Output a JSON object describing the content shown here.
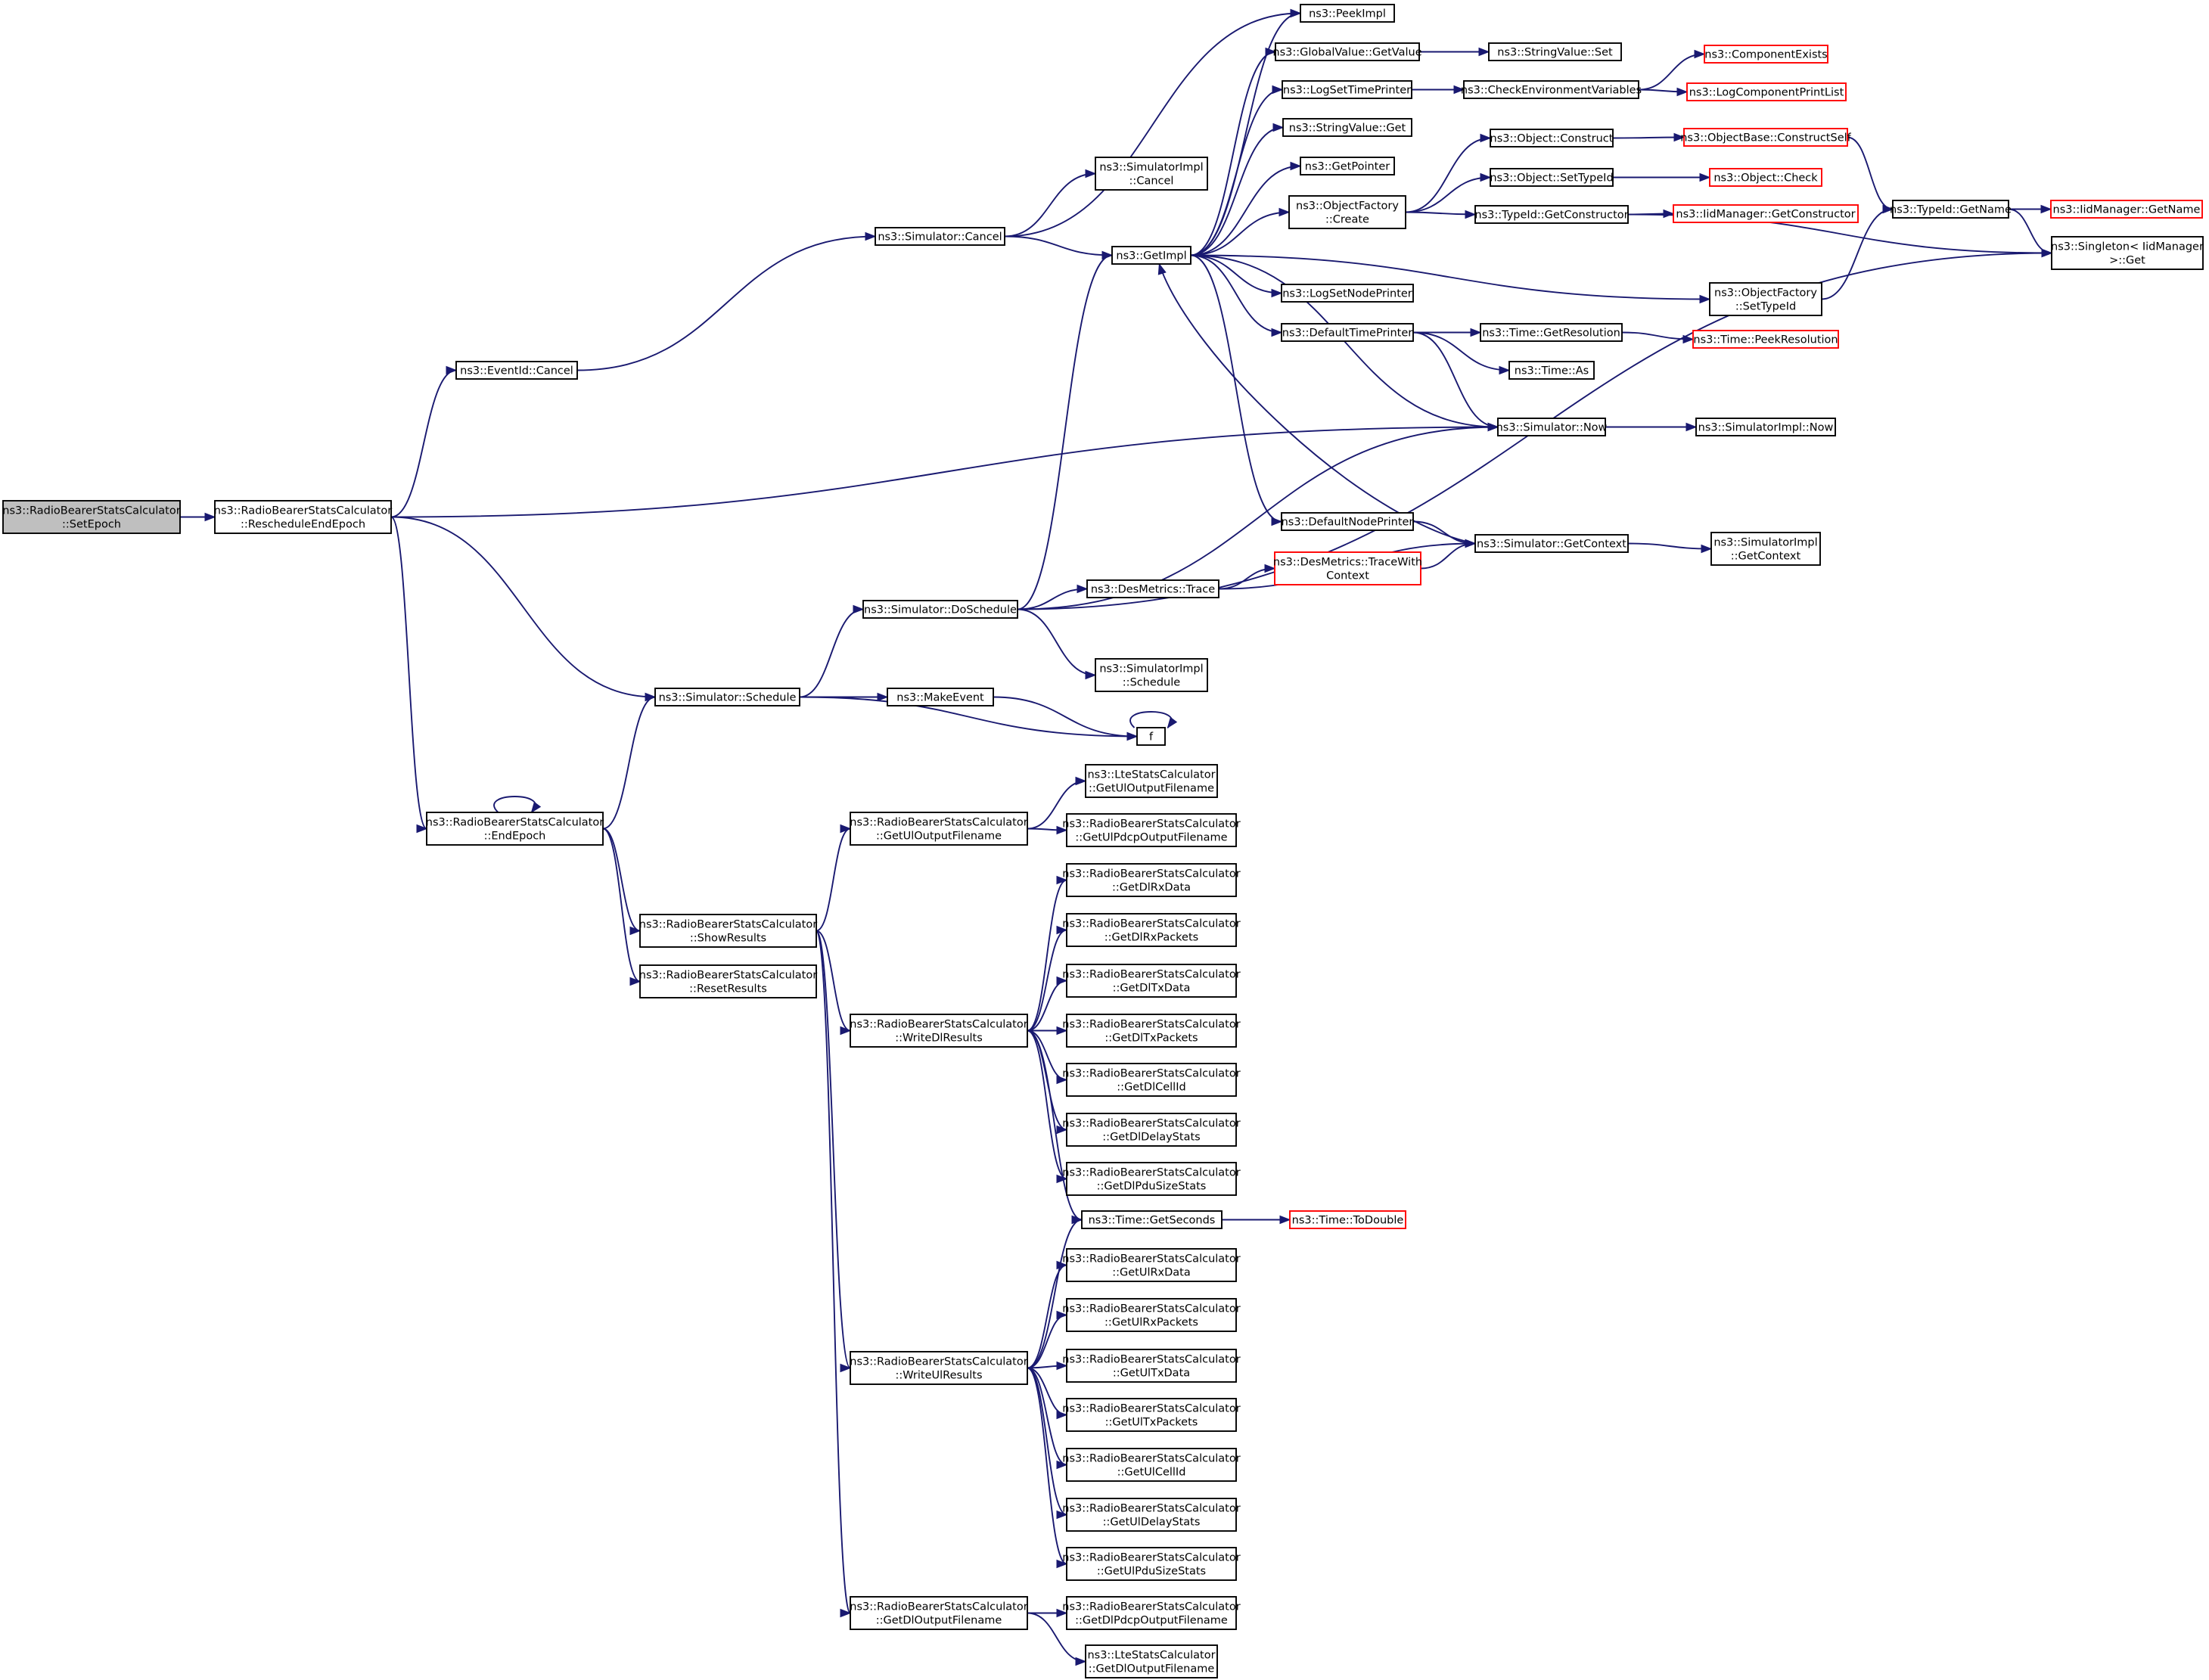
{
  "graph": {
    "nodes": {
      "setepoch": {
        "lines": [
          "ns3::RadioBearerStatsCalculator",
          "::SetEpoch"
        ],
        "style": "root"
      },
      "resched": {
        "lines": [
          "ns3::RadioBearerStatsCalculator",
          "::RescheduleEndEpoch"
        ],
        "style": "normal"
      },
      "evcancel": {
        "lines": [
          "ns3::EventId::Cancel"
        ],
        "style": "normal"
      },
      "endepoch": {
        "lines": [
          "ns3::RadioBearerStatsCalculator",
          "::EndEpoch"
        ],
        "style": "normal"
      },
      "schedule": {
        "lines": [
          "ns3::Simulator::Schedule"
        ],
        "style": "normal"
      },
      "showres": {
        "lines": [
          "ns3::RadioBearerStatsCalculator",
          "::ShowResults"
        ],
        "style": "normal"
      },
      "resetres": {
        "lines": [
          "ns3::RadioBearerStatsCalculator",
          "::ResetResults"
        ],
        "style": "normal"
      },
      "simcancel": {
        "lines": [
          "ns3::Simulator::Cancel"
        ],
        "style": "normal"
      },
      "dosched": {
        "lines": [
          "ns3::Simulator::DoSchedule"
        ],
        "style": "normal"
      },
      "makeevent": {
        "lines": [
          "ns3::MakeEvent"
        ],
        "style": "normal"
      },
      "ulfn": {
        "lines": [
          "ns3::RadioBearerStatsCalculator",
          "::GetUlOutputFilename"
        ],
        "style": "normal"
      },
      "wdl": {
        "lines": [
          "ns3::RadioBearerStatsCalculator",
          "::WriteDlResults"
        ],
        "style": "normal"
      },
      "wul": {
        "lines": [
          "ns3::RadioBearerStatsCalculator",
          "::WriteUlResults"
        ],
        "style": "normal"
      },
      "dlfn": {
        "lines": [
          "ns3::RadioBearerStatsCalculator",
          "::GetDlOutputFilename"
        ],
        "style": "normal"
      },
      "simimplcancel": {
        "lines": [
          "ns3::SimulatorImpl",
          "::Cancel"
        ],
        "style": "normal"
      },
      "getimpl": {
        "lines": [
          "ns3::GetImpl"
        ],
        "style": "normal"
      },
      "metricstrace": {
        "lines": [
          "ns3::DesMetrics::Trace"
        ],
        "style": "normal"
      },
      "simimplsched": {
        "lines": [
          "ns3::SimulatorImpl",
          "::Schedule"
        ],
        "style": "normal"
      },
      "f": {
        "lines": [
          "f"
        ],
        "style": "normal"
      },
      "ltestatsul": {
        "lines": [
          "ns3::LteStatsCalculator",
          "::GetUlOutputFilename"
        ],
        "style": "normal"
      },
      "ulpdcpfn": {
        "lines": [
          "ns3::RadioBearerStatsCalculator",
          "::GetUlPdcpOutputFilename"
        ],
        "style": "normal"
      },
      "dlrxdata": {
        "lines": [
          "ns3::RadioBearerStatsCalculator",
          "::GetDlRxData"
        ],
        "style": "normal"
      },
      "dlrxpk": {
        "lines": [
          "ns3::RadioBearerStatsCalculator",
          "::GetDlRxPackets"
        ],
        "style": "normal"
      },
      "dltxdata": {
        "lines": [
          "ns3::RadioBearerStatsCalculator",
          "::GetDlTxData"
        ],
        "style": "normal"
      },
      "dltxpk": {
        "lines": [
          "ns3::RadioBearerStatsCalculator",
          "::GetDlTxPackets"
        ],
        "style": "normal"
      },
      "dlcell": {
        "lines": [
          "ns3::RadioBearerStatsCalculator",
          "::GetDlCellId"
        ],
        "style": "normal"
      },
      "dldelay": {
        "lines": [
          "ns3::RadioBearerStatsCalculator",
          "::GetDlDelayStats"
        ],
        "style": "normal"
      },
      "dlpdu": {
        "lines": [
          "ns3::RadioBearerStatsCalculator",
          "::GetDlPduSizeStats"
        ],
        "style": "normal"
      },
      "getsec": {
        "lines": [
          "ns3::Time::GetSeconds"
        ],
        "style": "normal"
      },
      "ulrxdata": {
        "lines": [
          "ns3::RadioBearerStatsCalculator",
          "::GetUlRxData"
        ],
        "style": "normal"
      },
      "ulrxpk": {
        "lines": [
          "ns3::RadioBearerStatsCalculator",
          "::GetUlRxPackets"
        ],
        "style": "normal"
      },
      "ultxdata": {
        "lines": [
          "ns3::RadioBearerStatsCalculator",
          "::GetUlTxData"
        ],
        "style": "normal"
      },
      "ultxpk": {
        "lines": [
          "ns3::RadioBearerStatsCalculator",
          "::GetUlTxPackets"
        ],
        "style": "normal"
      },
      "ulcell": {
        "lines": [
          "ns3::RadioBearerStatsCalculator",
          "::GetUlCellId"
        ],
        "style": "normal"
      },
      "uldelay": {
        "lines": [
          "ns3::RadioBearerStatsCalculator",
          "::GetUlDelayStats"
        ],
        "style": "normal"
      },
      "ulpdu": {
        "lines": [
          "ns3::RadioBearerStatsCalculator",
          "::GetUlPduSizeStats"
        ],
        "style": "normal"
      },
      "dlpdcpfn": {
        "lines": [
          "ns3::RadioBearerStatsCalculator",
          "::GetDlPdcpOutputFilename"
        ],
        "style": "normal"
      },
      "ltestatsdl": {
        "lines": [
          "ns3::LteStatsCalculator",
          "::GetDlOutputFilename"
        ],
        "style": "normal"
      },
      "peekimpl": {
        "lines": [
          "ns3::PeekImpl"
        ],
        "style": "normal"
      },
      "gvget": {
        "lines": [
          "ns3::GlobalValue::GetValue"
        ],
        "style": "normal"
      },
      "logsettime": {
        "lines": [
          "ns3::LogSetTimePrinter"
        ],
        "style": "normal"
      },
      "svget": {
        "lines": [
          "ns3::StringValue::Get"
        ],
        "style": "normal"
      },
      "getptr": {
        "lines": [
          "ns3::GetPointer"
        ],
        "style": "normal"
      },
      "ofcreate": {
        "lines": [
          "ns3::ObjectFactory",
          "::Create"
        ],
        "style": "normal"
      },
      "logsetnode": {
        "lines": [
          "ns3::LogSetNodePrinter"
        ],
        "style": "normal"
      },
      "deftime": {
        "lines": [
          "ns3::DefaultTimePrinter"
        ],
        "style": "normal"
      },
      "defnode": {
        "lines": [
          "ns3::DefaultNodePrinter"
        ],
        "style": "normal"
      },
      "tracewith": {
        "lines": [
          "ns3::DesMetrics::TraceWith",
          "Context"
        ],
        "style": "red"
      },
      "svset": {
        "lines": [
          "ns3::StringValue::Set"
        ],
        "style": "normal"
      },
      "checkenv": {
        "lines": [
          "ns3::CheckEnvironmentVariables"
        ],
        "style": "normal"
      },
      "objconstruct": {
        "lines": [
          "ns3::Object::Construct"
        ],
        "style": "normal"
      },
      "objsettype": {
        "lines": [
          "ns3::Object::SetTypeId"
        ],
        "style": "normal"
      },
      "typeidgetctor": {
        "lines": [
          "ns3::TypeId::GetConstructor"
        ],
        "style": "normal"
      },
      "ofsettype": {
        "lines": [
          "ns3::ObjectFactory",
          "::SetTypeId"
        ],
        "style": "normal"
      },
      "getres": {
        "lines": [
          "ns3::Time::GetResolution"
        ],
        "style": "normal"
      },
      "timeas": {
        "lines": [
          "ns3::Time::As"
        ],
        "style": "normal"
      },
      "simnow": {
        "lines": [
          "ns3::Simulator::Now"
        ],
        "style": "normal"
      },
      "getctx": {
        "lines": [
          "ns3::Simulator::GetContext"
        ],
        "style": "normal"
      },
      "compexists": {
        "lines": [
          "ns3::ComponentExists"
        ],
        "style": "red"
      },
      "logcomplist": {
        "lines": [
          "ns3::LogComponentPrintList"
        ],
        "style": "red"
      },
      "objbasecs": {
        "lines": [
          "ns3::ObjectBase::ConstructSelf"
        ],
        "style": "red"
      },
      "objcheck": {
        "lines": [
          "ns3::Object::Check"
        ],
        "style": "red"
      },
      "iidgetctor": {
        "lines": [
          "ns3::IidManager::GetConstructor"
        ],
        "style": "red"
      },
      "peekres": {
        "lines": [
          "ns3::Time::PeekResolution"
        ],
        "style": "red"
      },
      "simimplnow": {
        "lines": [
          "ns3::SimulatorImpl::Now"
        ],
        "style": "normal"
      },
      "simimplctx": {
        "lines": [
          "ns3::SimulatorImpl",
          "::GetContext"
        ],
        "style": "normal"
      },
      "todouble": {
        "lines": [
          "ns3::Time::ToDouble"
        ],
        "style": "red"
      },
      "typeidgetname": {
        "lines": [
          "ns3::TypeId::GetName"
        ],
        "style": "normal"
      },
      "iidgetname": {
        "lines": [
          "ns3::IidManager::GetName"
        ],
        "style": "red"
      },
      "singleton": {
        "lines": [
          "ns3::Singleton< IidManager",
          " >::Get"
        ],
        "style": "normal"
      }
    },
    "edges": [
      [
        "setepoch",
        "resched"
      ],
      [
        "resched",
        "evcancel"
      ],
      [
        "resched",
        "simnow"
      ],
      [
        "resched",
        "schedule"
      ],
      [
        "resched",
        "endepoch"
      ],
      [
        "evcancel",
        "simcancel"
      ],
      [
        "endepoch",
        "schedule"
      ],
      [
        "endepoch",
        "showres"
      ],
      [
        "endepoch",
        "resetres"
      ],
      [
        "endepoch",
        "endepoch"
      ],
      [
        "schedule",
        "dosched"
      ],
      [
        "schedule",
        "makeevent"
      ],
      [
        "schedule",
        "f"
      ],
      [
        "makeevent",
        "f"
      ],
      [
        "f",
        "f"
      ],
      [
        "simcancel",
        "simimplcancel"
      ],
      [
        "simcancel",
        "getimpl"
      ],
      [
        "simcancel",
        "peekimpl"
      ],
      [
        "dosched",
        "getimpl"
      ],
      [
        "dosched",
        "simnow"
      ],
      [
        "dosched",
        "metricstrace"
      ],
      [
        "dosched",
        "simimplsched"
      ],
      [
        "dosched",
        "singleton"
      ],
      [
        "metricstrace",
        "tracewith"
      ],
      [
        "metricstrace",
        "getctx"
      ],
      [
        "tracewith",
        "getctx"
      ],
      [
        "showres",
        "ulfn"
      ],
      [
        "showres",
        "wdl"
      ],
      [
        "showres",
        "wul"
      ],
      [
        "showres",
        "dlfn"
      ],
      [
        "ulfn",
        "ltestatsul"
      ],
      [
        "ulfn",
        "ulpdcpfn"
      ],
      [
        "dlfn",
        "dlpdcpfn"
      ],
      [
        "dlfn",
        "ltestatsdl"
      ],
      [
        "wdl",
        "dlrxdata"
      ],
      [
        "wdl",
        "dlrxpk"
      ],
      [
        "wdl",
        "dltxdata"
      ],
      [
        "wdl",
        "dltxpk"
      ],
      [
        "wdl",
        "dlcell"
      ],
      [
        "wdl",
        "dldelay"
      ],
      [
        "wdl",
        "dlpdu"
      ],
      [
        "wdl",
        "getsec"
      ],
      [
        "wul",
        "getsec"
      ],
      [
        "wul",
        "ulrxdata"
      ],
      [
        "wul",
        "ulrxpk"
      ],
      [
        "wul",
        "ultxdata"
      ],
      [
        "wul",
        "ultxpk"
      ],
      [
        "wul",
        "ulcell"
      ],
      [
        "wul",
        "uldelay"
      ],
      [
        "wul",
        "ulpdu"
      ],
      [
        "getsec",
        "todouble"
      ],
      [
        "getimpl",
        "peekimpl"
      ],
      [
        "getimpl",
        "gvget"
      ],
      [
        "getimpl",
        "logsettime"
      ],
      [
        "getimpl",
        "svget"
      ],
      [
        "getimpl",
        "getptr"
      ],
      [
        "getimpl",
        "ofcreate"
      ],
      [
        "getimpl",
        "ofsettype"
      ],
      [
        "getimpl",
        "logsetnode"
      ],
      [
        "getimpl",
        "deftime"
      ],
      [
        "getimpl",
        "simnow"
      ],
      [
        "getimpl",
        "defnode"
      ],
      [
        "gvget",
        "svset"
      ],
      [
        "logsettime",
        "checkenv"
      ],
      [
        "checkenv",
        "compexists"
      ],
      [
        "checkenv",
        "logcomplist"
      ],
      [
        "ofcreate",
        "objconstruct"
      ],
      [
        "ofcreate",
        "objsettype"
      ],
      [
        "ofcreate",
        "typeidgetctor"
      ],
      [
        "objconstruct",
        "objbasecs"
      ],
      [
        "objsettype",
        "objcheck"
      ],
      [
        "typeidgetctor",
        "iidgetctor"
      ],
      [
        "typeidgetctor",
        "singleton"
      ],
      [
        "objbasecs",
        "typeidgetname"
      ],
      [
        "ofsettype",
        "typeidgetname"
      ],
      [
        "typeidgetname",
        "iidgetname"
      ],
      [
        "typeidgetname",
        "singleton"
      ],
      [
        "deftime",
        "getres"
      ],
      [
        "deftime",
        "timeas"
      ],
      [
        "deftime",
        "simnow"
      ],
      [
        "getres",
        "peekres"
      ],
      [
        "simnow",
        "simimplnow"
      ],
      [
        "defnode",
        "getctx"
      ],
      [
        "getctx",
        "getimpl"
      ],
      [
        "getctx",
        "simimplctx"
      ]
    ]
  }
}
